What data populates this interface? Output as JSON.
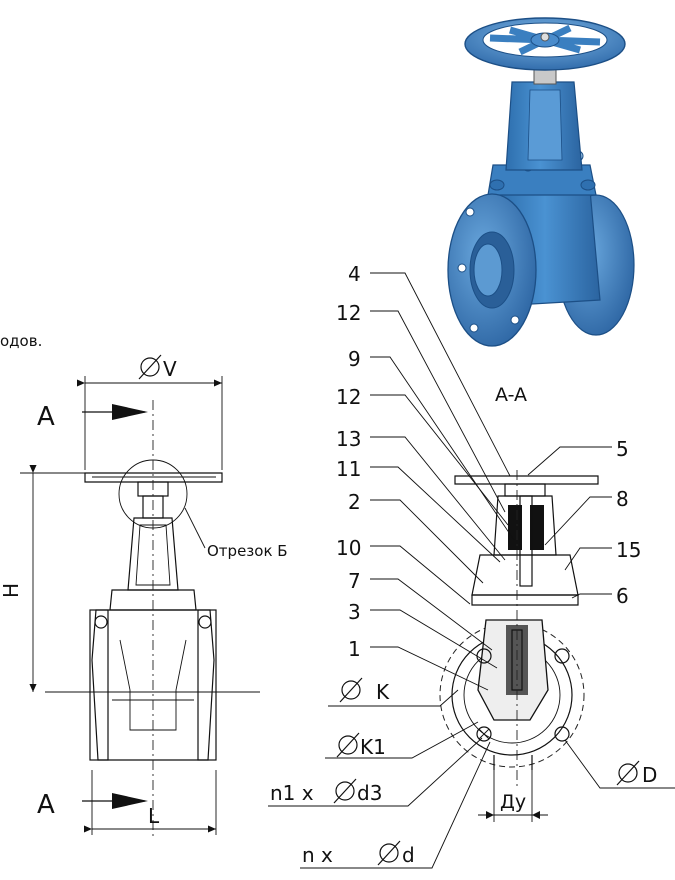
{
  "fragment_text": "одов.",
  "view_title": "A-A",
  "section_marker": "A",
  "detail_label": "Отрезок Б",
  "dimensions": {
    "phi_v": "V",
    "height": "H",
    "length": "L",
    "phi_k": "K",
    "phi_k1": "K1",
    "phi_d": "D",
    "bolt_holes_1": "n1 x",
    "bolt_holes_1_d": "d3",
    "bolt_holes": "n x",
    "bolt_holes_d": "d",
    "dn": "Ду"
  },
  "callouts_left": [
    "4",
    "12",
    "9",
    "12",
    "13",
    "11",
    "2",
    "10",
    "7",
    "3",
    "1"
  ],
  "callouts_right": [
    "5",
    "8",
    "15",
    "6"
  ],
  "colors": {
    "valve_body": "#3f86c8",
    "valve_dark": "#1f5f9c",
    "valve_light": "#7fb8e6",
    "line": "#111111"
  },
  "icons": [
    "diameter-symbol",
    "section-arrow"
  ]
}
